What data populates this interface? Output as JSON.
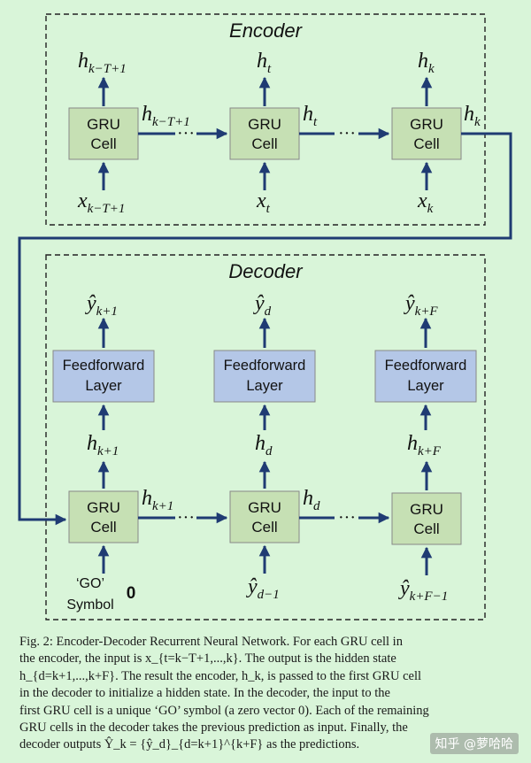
{
  "figure": {
    "encoder": {
      "title": "Encoder",
      "cells": [
        {
          "label_line1": "GRU",
          "label_line2": "Cell",
          "output": "h",
          "output_sub": "k−T+1",
          "input": "x",
          "input_sub": "k−T+1",
          "side_output": "h",
          "side_output_sub": "k−T+1"
        },
        {
          "label_line1": "GRU",
          "label_line2": "Cell",
          "output": "h",
          "output_sub": "t",
          "input": "x",
          "input_sub": "t",
          "side_output": "h",
          "side_output_sub": "t"
        },
        {
          "label_line1": "GRU",
          "label_line2": "Cell",
          "output": "h",
          "output_sub": "k",
          "input": "x",
          "input_sub": "k",
          "side_output": "h",
          "side_output_sub": "k"
        }
      ],
      "ellipsis": "···"
    },
    "decoder": {
      "title": "Decoder",
      "columns": [
        {
          "y": "ŷ",
          "y_sub": "k+1",
          "ff_line1": "Feedforward",
          "ff_line2": "Layer",
          "h": "h",
          "h_sub": "k+1",
          "gru_line1": "GRU",
          "gru_line2": "Cell",
          "side_h": "h",
          "side_h_sub": "k+1"
        },
        {
          "y": "ŷ",
          "y_sub": "d",
          "ff_line1": "Feedforward",
          "ff_line2": "Layer",
          "h": "h",
          "h_sub": "d",
          "gru_line1": "GRU",
          "gru_line2": "Cell",
          "side_h": "h",
          "side_h_sub": "d",
          "input": "ŷ",
          "input_sub": "d−1"
        },
        {
          "y": "ŷ",
          "y_sub": "k+F",
          "ff_line1": "Feedforward",
          "ff_line2": "Layer",
          "h": "h",
          "h_sub": "k+F",
          "gru_line1": "GRU",
          "gru_line2": "Cell",
          "input": "ŷ",
          "input_sub": "k+F−1"
        }
      ],
      "go_line1": "‘GO’",
      "go_line2": "Symbol",
      "zero": "0",
      "ellipsis": "···"
    },
    "colors": {
      "cell_fill": "#c6e0b4",
      "ff_fill": "#b4c7e7",
      "arrow": "#1f3b73",
      "background": "#d9f5d9"
    }
  },
  "caption": {
    "lines": [
      "Fig. 2: Encoder-Decoder Recurrent Neural Network. For each GRU cell in",
      "the encoder, the input is x_{t=k−T+1,...,k}. The output is the hidden state",
      "h_{d=k+1,...,k+F}. The result the encoder, h_k, is passed to the first GRU cell",
      "in the decoder to initialize a hidden state. In the decoder, the input to the",
      "first GRU cell is a unique ‘GO’ symbol (a zero vector 0). Each of the remaining",
      "GRU cells in the decoder takes the previous prediction as input. Finally, the",
      "decoder outputs Ŷ_k = {ŷ_d}_{d=k+1}^{k+F} as the predictions."
    ]
  },
  "watermark": "知乎 @萝哈哈"
}
